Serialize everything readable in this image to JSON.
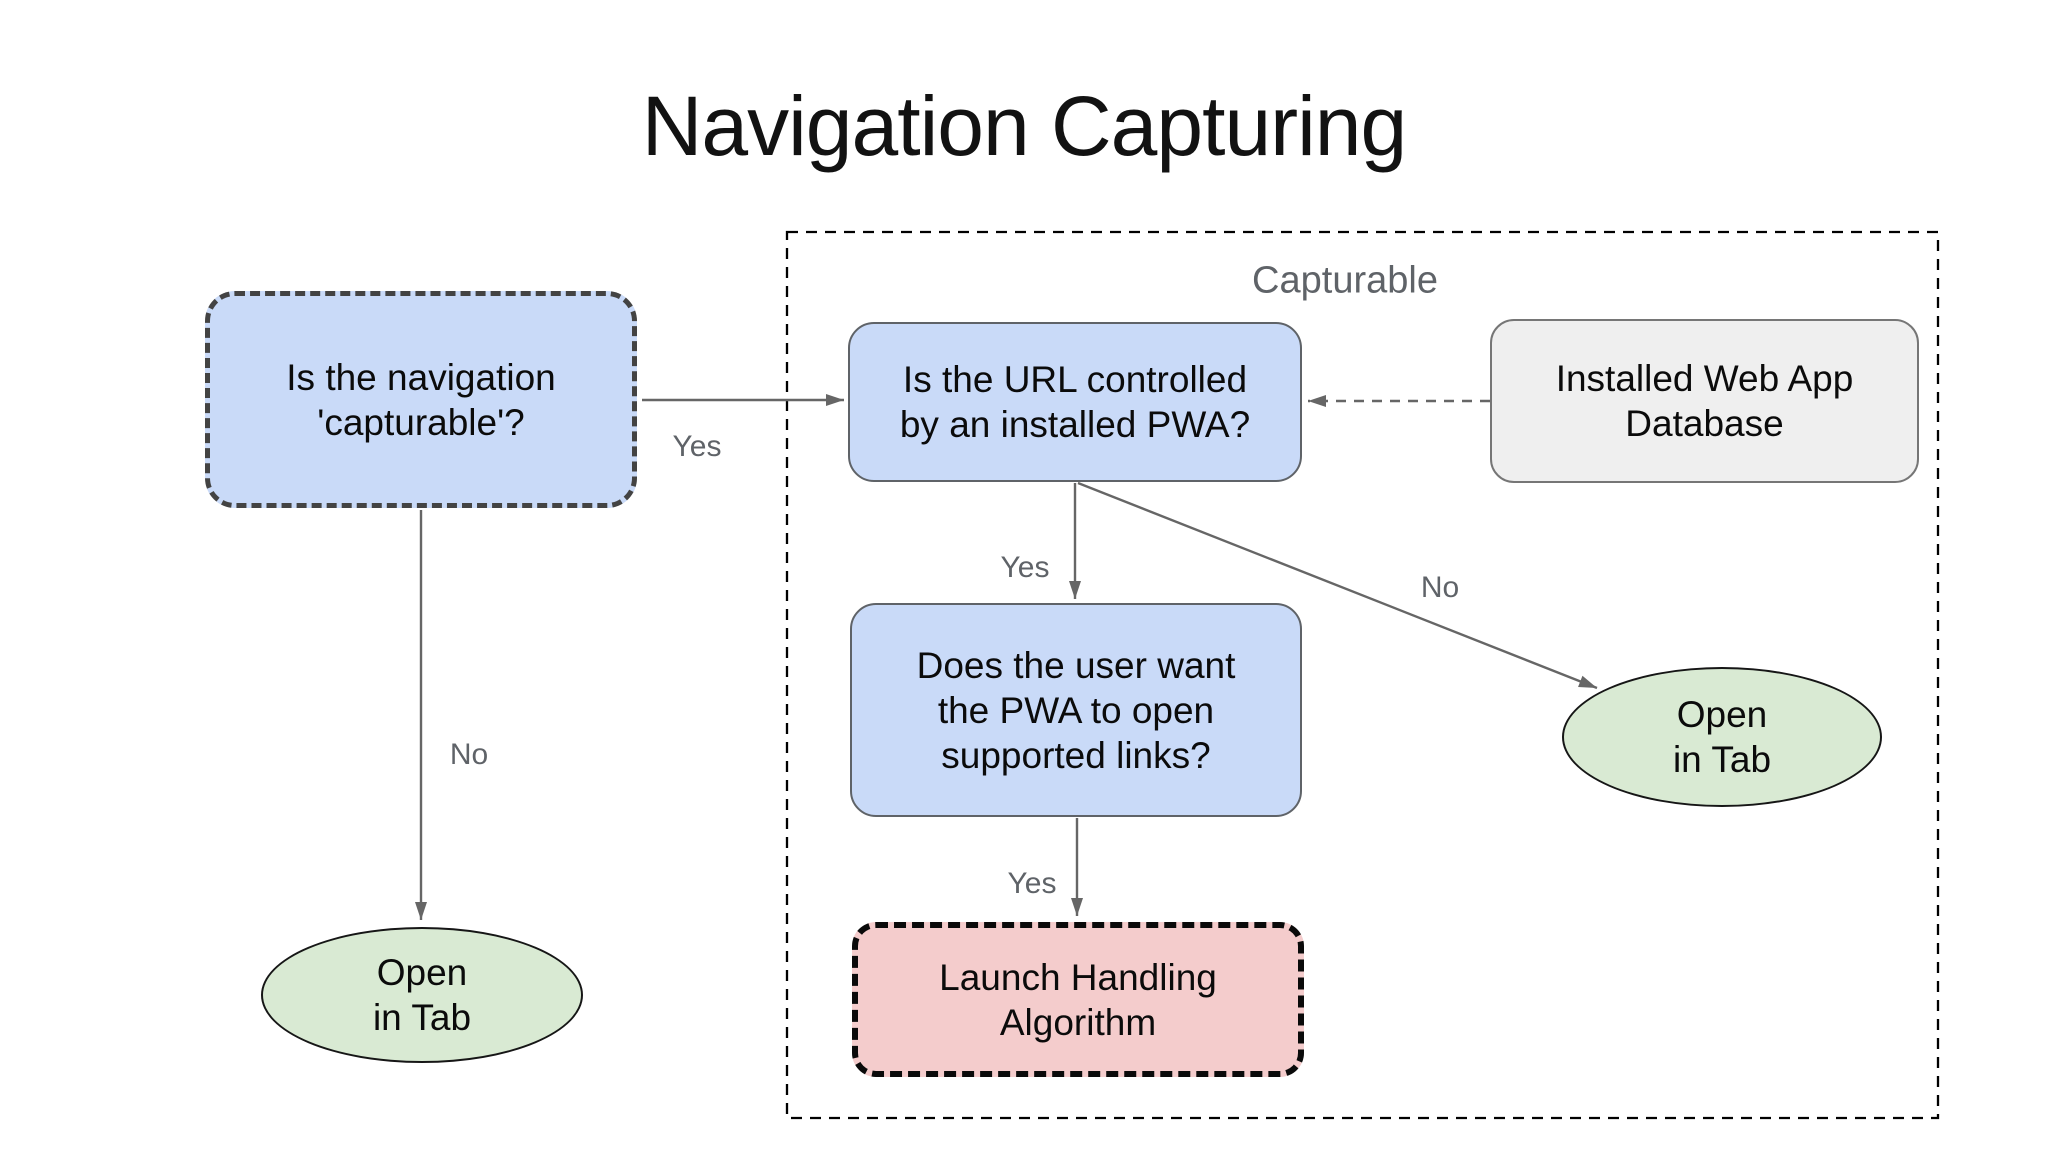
{
  "title": "Navigation Capturing",
  "region": {
    "label": "Capturable"
  },
  "nodes": {
    "capturable_question": "Is the navigation\n'capturable'?",
    "url_question": "Is the URL controlled\nby an installed PWA?",
    "database": "Installed Web App\nDatabase",
    "user_want_question": "Does the user want\nthe PWA to open\nsupported links?",
    "launch_handling": "Launch Handling\nAlgorithm",
    "open_in_tab_left": "Open\nin Tab",
    "open_in_tab_right": "Open\nin Tab"
  },
  "edge_labels": {
    "capturable_yes": "Yes",
    "capturable_no": "No",
    "url_yes": "Yes",
    "url_no": "No",
    "user_want_yes": "Yes"
  },
  "palette": {
    "node_blue": "#c9daf8",
    "node_green": "#d9ead3",
    "node_pink": "#f4cccc",
    "node_gray": "#efefef",
    "connector_gray": "#666666",
    "label_gray": "#5f6368",
    "dashed_border_dark": "#434343",
    "dashed_border_black": "#0a0a0a"
  }
}
